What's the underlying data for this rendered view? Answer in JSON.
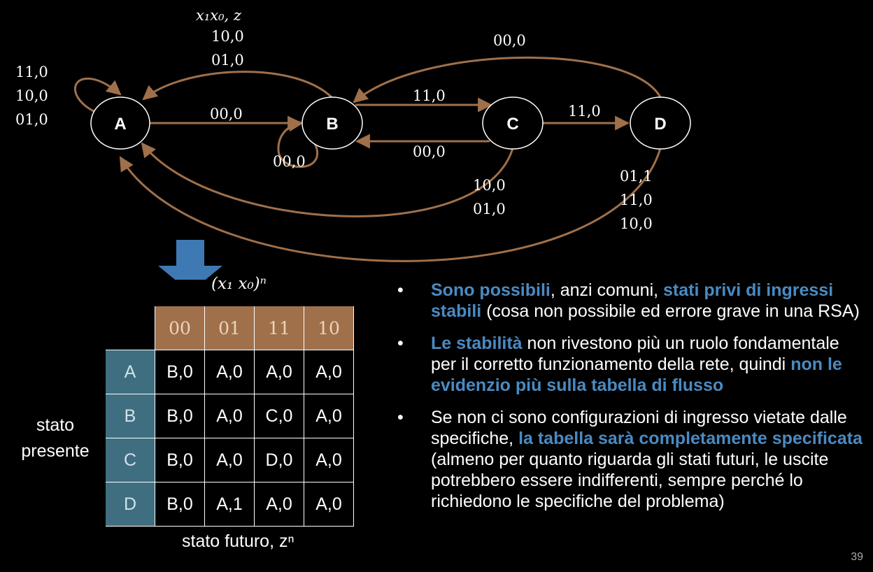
{
  "diagram": {
    "header_label": "x₁x₀, z",
    "states": [
      "A",
      "B",
      "C",
      "D"
    ],
    "transitions": {
      "a_self": [
        "11,0",
        "10,0",
        "01,0"
      ],
      "b_to_a": [
        "10,0",
        "01,0"
      ],
      "a_to_b": "00,0",
      "b_self": "00,0",
      "b_to_c": "11,0",
      "c_to_b": "00,0",
      "c_to_d": "11,0",
      "d_to_b": "00,0",
      "c_to_a": [
        "10,0",
        "01,0"
      ],
      "d_to_a": [
        "01,1",
        "11,0",
        "10,0"
      ]
    },
    "colors": {
      "arrow": "#a0704a",
      "node_border": "#ffffff",
      "arrow_down": "#3f79b3"
    }
  },
  "table": {
    "title": "(x₁ x₀)ⁿ",
    "columns": [
      "00",
      "01",
      "11",
      "10"
    ],
    "rows": [
      {
        "state": "A",
        "cells": [
          "B,0",
          "A,0",
          "A,0",
          "A,0"
        ]
      },
      {
        "state": "B",
        "cells": [
          "B,0",
          "A,0",
          "C,0",
          "A,0"
        ]
      },
      {
        "state": "C",
        "cells": [
          "B,0",
          "A,0",
          "D,0",
          "A,0"
        ]
      },
      {
        "state": "D",
        "cells": [
          "B,0",
          "A,1",
          "A,0",
          "A,0"
        ]
      }
    ],
    "side_label_line1": "stato",
    "side_label_line2": "presente",
    "bottom_label": "stato futuro, zⁿ",
    "colors": {
      "header_bg": "#a0704a",
      "rowhead_bg": "#3f6e80"
    }
  },
  "bullets": [
    [
      {
        "t": "Sono possibili",
        "hl": true
      },
      {
        "t": ", anzi comuni, ",
        "hl": false
      },
      {
        "t": "stati privi di ingressi stabili",
        "hl": true
      },
      {
        "t": " (cosa non possibile ed errore grave in una RSA)",
        "hl": false
      }
    ],
    [
      {
        "t": "Le stabilità",
        "hl": true
      },
      {
        "t": " non rivestono più un ruolo fondamentale per il corretto funzionamento della rete, quindi ",
        "hl": false
      },
      {
        "t": "non le evidenzio più sulla tabella di flusso",
        "hl": true
      }
    ],
    [
      {
        "t": "Se non ci sono configurazioni di ingresso vietate dalle specifiche, ",
        "hl": false
      },
      {
        "t": "la tabella sarà completamente specificata",
        "hl": true
      },
      {
        "t": " (almeno per quanto riguarda gli stati futuri, le uscite potrebbero essere indifferenti, sempre perché lo richiedono le specifiche del problema)",
        "hl": false
      }
    ]
  ],
  "highlight_color": "#4a8ac2",
  "page_number": "39"
}
